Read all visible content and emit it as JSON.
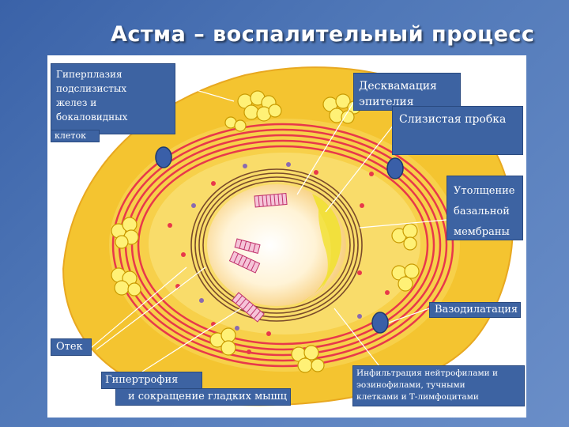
{
  "title": "Астма – воспалительный процесс",
  "labels": {
    "hyperplasia": "Гиперплазия\nподслизистых\nжелез и\nбокаловидных",
    "hyperplasia_cont": "клеток",
    "desquamation": "Десквамация\nэпителия",
    "mucus_plug": "Слизистая пробка",
    "thickening": "Утолщение\nбазальной\nмембраны",
    "vasodilation": "Вазодилатация",
    "edema": "Отек",
    "hypertrophy_1": "Гипертрофия",
    "hypertrophy_2": "и сокращение гладких мышц",
    "infiltration": "Инфильтрация нейтрофилами и\nэозинофилами, тучными\nклетками и Т-лимфоцитами"
  },
  "colors": {
    "background": "#4a70b4",
    "label_box": "#3d63a2",
    "outer_tissue": "#f4c430",
    "smooth_muscle": "#e8384a",
    "lumen": "#fff6e0",
    "mucus": "#f4e34a",
    "vessel": "#3a5fa8"
  }
}
